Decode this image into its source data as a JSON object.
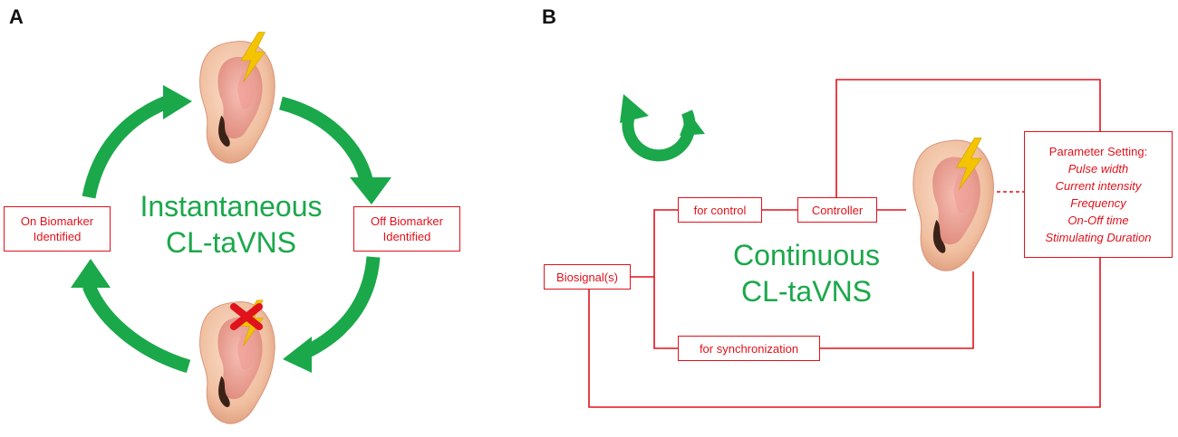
{
  "panel_a": {
    "letter": "A",
    "title_line1": "Instantaneous",
    "title_line2": "CL-taVNS",
    "left_label_line1": "On Biomarker",
    "left_label_line2": "Identified",
    "right_label_line1": "Off Biomarker",
    "right_label_line2": "Identified"
  },
  "panel_b": {
    "letter": "B",
    "title_line1": "Continuous",
    "title_line2": "CL-taVNS",
    "biosignal": "Biosignal(s)",
    "for_control": "for control",
    "controller": "Controller",
    "for_sync": "for synchronization",
    "param_title": "Parameter Setting:",
    "param_items": [
      "Pulse width",
      "Current intensity",
      "Frequency",
      "On-Off time",
      "Stimulating Duration"
    ]
  },
  "colors": {
    "red": "#e0121b",
    "green": "#1aa84a",
    "bolt": "#f5c400",
    "skin": "#f2c3a3"
  }
}
